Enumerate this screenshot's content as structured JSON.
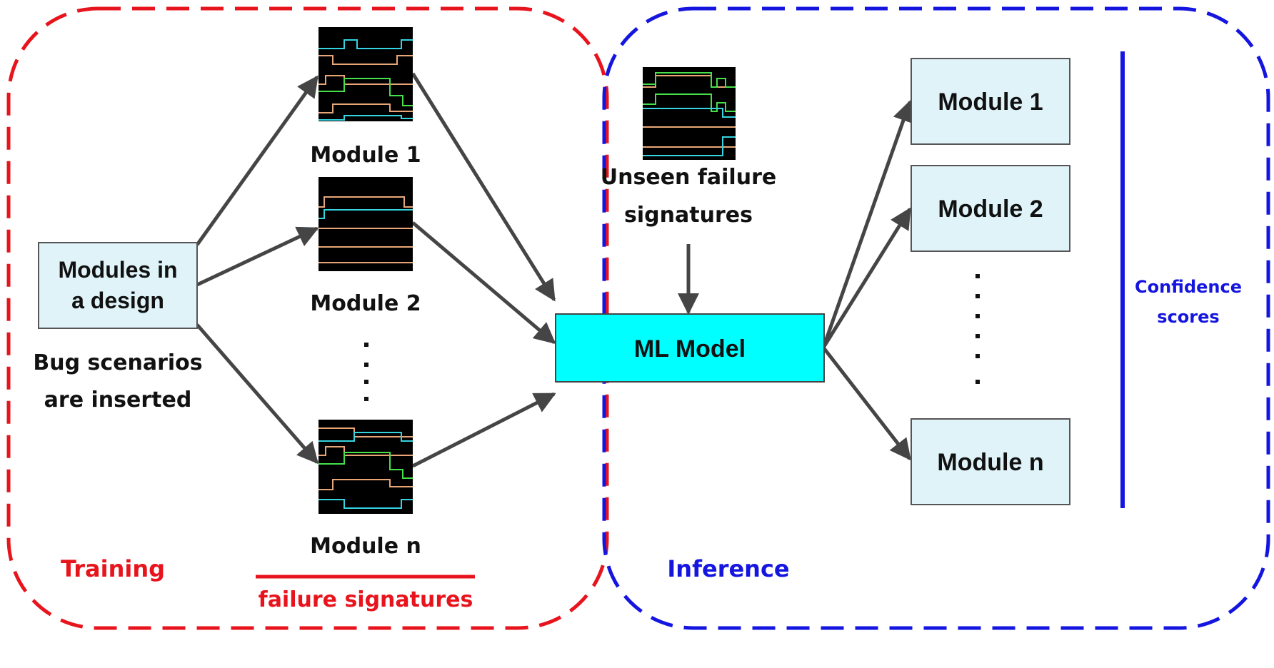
{
  "colors": {
    "training": "#e8141d",
    "inference": "#1515e0",
    "arrow": "#454545",
    "box_fill": "#dff3f8",
    "model_fill": "#00ffff",
    "wave_cyan": "#35d4e0",
    "wave_orange": "#e8a678",
    "wave_green": "#45e04a",
    "wave_bg": "#000000"
  },
  "training": {
    "label": "Training",
    "source_box": {
      "line1": "Modules in",
      "line2": "a design"
    },
    "bug_note": {
      "line1": "Bug scenarios",
      "line2": "are inserted"
    },
    "modules": [
      "Module 1",
      "Module 2",
      "Module n"
    ],
    "signatures_caption": "failure signatures"
  },
  "model": {
    "label": "ML Model"
  },
  "inference": {
    "label": "Inference",
    "unseen": {
      "line1": "Unseen failure",
      "line2": "signatures"
    },
    "outputs": [
      "Module 1",
      "Module 2",
      "Module n"
    ],
    "confidence": {
      "line1": "Confidence",
      "line2": "scores"
    }
  }
}
